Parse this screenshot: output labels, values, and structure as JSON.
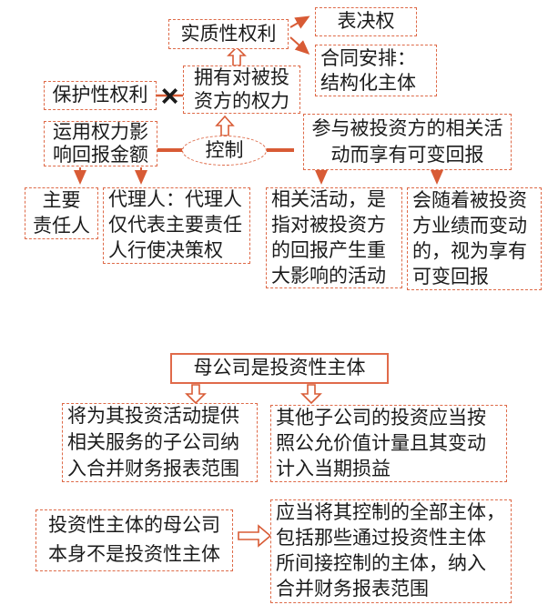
{
  "diagram": {
    "colors": {
      "border": "#de6a48",
      "line": "#d85b35",
      "text": "#1b1b1b"
    },
    "control_section": {
      "substantive_rights": "实质性权利",
      "voting_rights": "表决权",
      "contract_arrangement": "合同安排：\n结构化主体",
      "power_over_investee": "拥有对被投\n资方的权力",
      "protective_rights": "保护性权利",
      "cross_mark": "×",
      "use_power_influence": "运用权力影\n响回报金额",
      "control": "控制",
      "participate_variable_returns": "参与被投资方的相关活\n动而享有可变回报",
      "principal": "主要\n责任人",
      "agent": "代理人：代理人\n仅代表主要责任\n人行使决策权",
      "relevant_activities": "相关活动，是\n指对被投资方\n的回报产生重\n大影响的活动",
      "variable_returns": "会随着被投资\n方业绩而变动\n的，视为享有\n可变回报"
    },
    "investment_entity_section": {
      "parent_is_investment_entity": "母公司是投资性主体",
      "service_subsidiaries_consolidated": "将为其投资活动提供\n相关服务的子公司纳\n入合并财务报表范围",
      "other_subsidiaries_fair_value": "其他子公司的投资应当按\n照公允价值计量且其变动\n计入当期损益",
      "parent_not_investment_entity": "投资性主体的母公司\n本身不是投资性主体",
      "consolidate_all_entities": "应当将其控制的全部主体，\n包括那些通过投资性主体\n所间接控制的主体，纳入\n合并财务报表范围"
    }
  }
}
